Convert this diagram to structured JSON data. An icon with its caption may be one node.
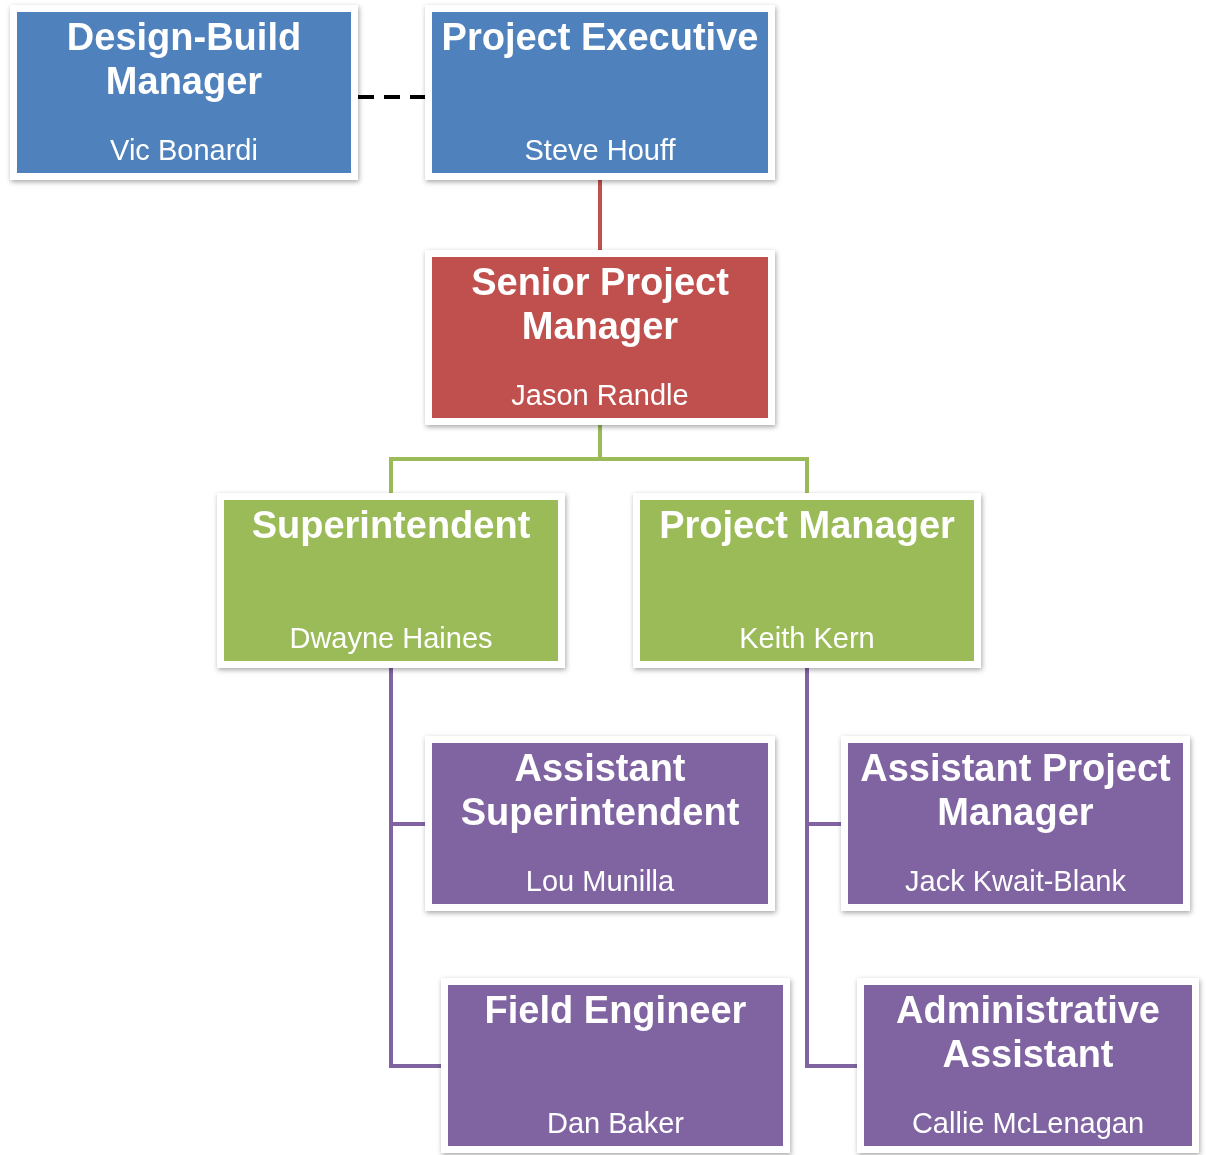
{
  "diagram": {
    "nodes": [
      {
        "text": [
          "Design-Build Manager",
          "Vic Bonardi"
        ]
      },
      {
        "text": [
          "Project Executive",
          "Steve Houff"
        ]
      },
      {
        "text": [
          "Senior Project Manager",
          "Jason Randle"
        ]
      },
      {
        "text": [
          "Superintendent",
          "Dwayne Haines"
        ]
      },
      {
        "text": [
          "Project Manager",
          "Keith Kern"
        ]
      },
      {
        "text": [
          "Assistant Superintendent",
          "Lou Munilla"
        ]
      },
      {
        "text": [
          "Assistant Project Manager",
          "Jack Kwait-Blank"
        ]
      },
      {
        "text": [
          "Field Engineer",
          "Dan Baker"
        ]
      },
      {
        "text": [
          "Administrative Assistant",
          "Callie McLenagan"
        ]
      }
    ],
    "edges": [
      {
        "from": 0,
        "to": 1,
        "arrow": "none",
        "style": "dashed",
        "color": "#000000"
      },
      {
        "from": 1,
        "to": 2,
        "arrow": "none",
        "color": "#c0504d"
      },
      {
        "from": 2,
        "to": 3,
        "arrow": "none",
        "color": "#9bbb59"
      },
      {
        "from": 2,
        "to": 4,
        "arrow": "none",
        "color": "#9bbb59"
      },
      {
        "from": 3,
        "to": 5,
        "arrow": "none"
      },
      {
        "from": 3,
        "to": 7,
        "arrow": "none"
      },
      {
        "from": 4,
        "to": 6,
        "arrow": "none"
      },
      {
        "from": 4,
        "to": 8,
        "arrow": "none"
      }
    ]
  }
}
